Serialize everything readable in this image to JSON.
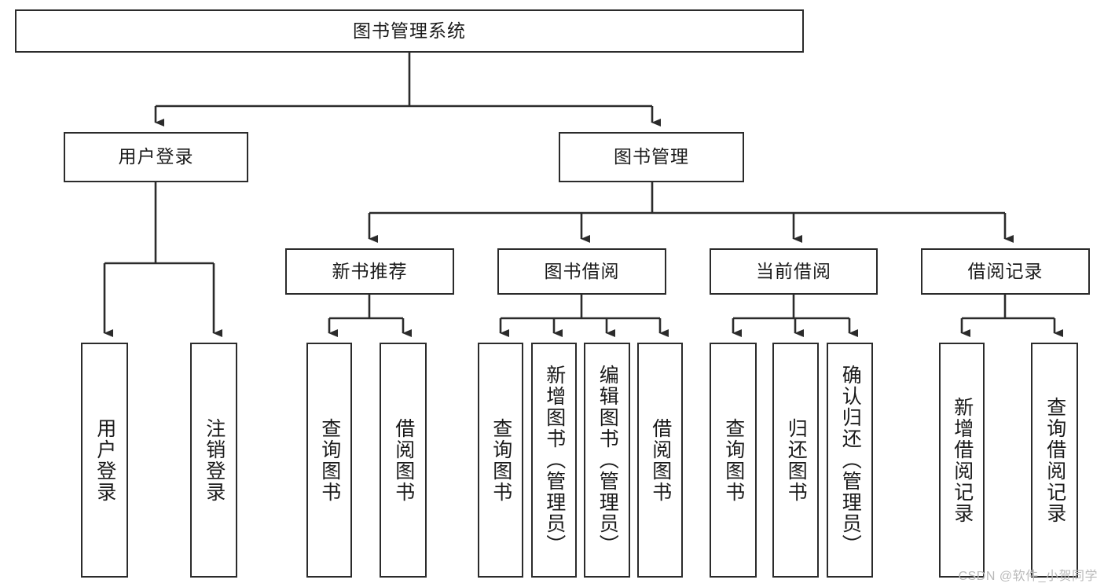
{
  "diagram": {
    "type": "tree",
    "title": "图书管理系统",
    "root": {
      "id": "root",
      "label": "图书管理系统"
    },
    "level2": [
      {
        "id": "user-login",
        "label": "用户登录"
      },
      {
        "id": "book-manage",
        "label": "图书管理"
      }
    ],
    "level3": [
      {
        "id": "new-book-recommend",
        "label": "新书推荐"
      },
      {
        "id": "book-borrow",
        "label": "图书借阅"
      },
      {
        "id": "current-borrow",
        "label": "当前借阅"
      },
      {
        "id": "borrow-record",
        "label": "借阅记录"
      }
    ],
    "leaves": {
      "user-login": [
        {
          "id": "leaf-user-login",
          "label": "用户登录"
        },
        {
          "id": "leaf-user-logout",
          "label": "注销登录"
        }
      ],
      "new-book-recommend": [
        {
          "id": "leaf-query-book-1",
          "label": "查询图书"
        },
        {
          "id": "leaf-borrow-book-1",
          "label": "借阅图书"
        }
      ],
      "book-borrow": [
        {
          "id": "leaf-query-book-2",
          "label": "查询图书"
        },
        {
          "id": "leaf-add-book",
          "label": "新增图书（管理员）"
        },
        {
          "id": "leaf-edit-book",
          "label": "编辑图书（管理员）"
        },
        {
          "id": "leaf-borrow-book-2",
          "label": "借阅图书"
        }
      ],
      "current-borrow": [
        {
          "id": "leaf-query-book-3",
          "label": "查询图书"
        },
        {
          "id": "leaf-return-book",
          "label": "归还图书"
        },
        {
          "id": "leaf-confirm-return",
          "label": "确认归还（管理员）"
        }
      ],
      "borrow-record": [
        {
          "id": "leaf-add-record",
          "label": "新增借阅记录"
        },
        {
          "id": "leaf-query-record",
          "label": "查询借阅记录"
        }
      ]
    },
    "watermark": "CSDN @软件_小贺同学",
    "colors": {
      "stroke": "#2b2b2b",
      "fill": "#ffffff",
      "text": "#1a1a1a",
      "watermark": "#b9b9b9"
    }
  }
}
